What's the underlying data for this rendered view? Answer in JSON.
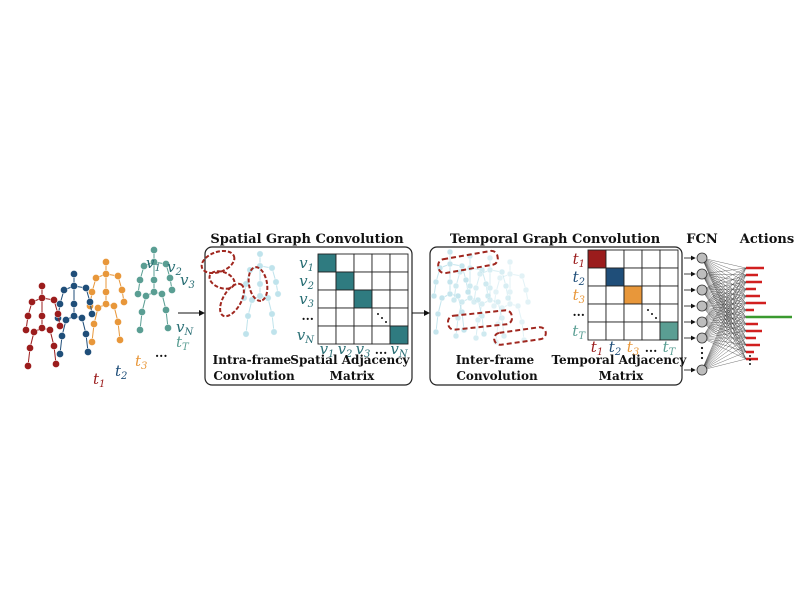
{
  "colors": {
    "t1": "#9b1c1c",
    "t2": "#1f4e79",
    "t3": "#e8973a",
    "tT": "#5a9e93",
    "v_teal": "#2a6f75",
    "matrix_fill": "#2f7b80",
    "faint": "#bfe3ec",
    "dashed": "#a0271f",
    "output_red": "#d11f1f",
    "output_green": "#3a9a2f"
  },
  "skeleton_input": {
    "t_labels": [
      {
        "base": "t",
        "sub": "1"
      },
      {
        "base": "t",
        "sub": "2"
      },
      {
        "base": "t",
        "sub": "3"
      },
      {
        "base": "t",
        "sub": "T"
      }
    ],
    "v_labels": [
      {
        "base": "v",
        "sub": "1"
      },
      {
        "base": "v",
        "sub": "2"
      },
      {
        "base": "v",
        "sub": "3"
      },
      {
        "base": "v",
        "sub": "N"
      }
    ],
    "ellipsis": "..."
  },
  "spatial": {
    "title": "Spatial Graph Convolution",
    "intra_caption_line1": "Intra-frame",
    "intra_caption_line2": "Convolution",
    "matrix_caption_line1": "Spatial Adjacency",
    "matrix_caption_line2": "Matrix",
    "row_labels": [
      {
        "base": "v",
        "sub": "1"
      },
      {
        "base": "v",
        "sub": "2"
      },
      {
        "base": "v",
        "sub": "3"
      },
      {
        "base": "...",
        "sub": ""
      },
      {
        "base": "v",
        "sub": "N"
      }
    ],
    "col_labels": [
      {
        "base": "v",
        "sub": "1"
      },
      {
        "base": "v",
        "sub": "2"
      },
      {
        "base": "v",
        "sub": "3"
      },
      {
        "base": "...",
        "sub": ""
      },
      {
        "base": "v",
        "sub": "N"
      }
    ]
  },
  "temporal": {
    "title": "Temporal Graph Convolution",
    "inter_caption_line1": "Inter-frame",
    "inter_caption_line2": "Convolution",
    "matrix_caption_line1": "Temporal Adjacency",
    "matrix_caption_line2": "Matrix",
    "row_labels": [
      {
        "base": "t",
        "sub": "1"
      },
      {
        "base": "t",
        "sub": "2"
      },
      {
        "base": "t",
        "sub": "3"
      },
      {
        "base": "...",
        "sub": ""
      },
      {
        "base": "t",
        "sub": "T"
      }
    ],
    "col_labels": [
      {
        "base": "t",
        "sub": "1"
      },
      {
        "base": "t",
        "sub": "2"
      },
      {
        "base": "t",
        "sub": "3"
      },
      {
        "base": "...",
        "sub": ""
      },
      {
        "base": "t",
        "sub": "T"
      }
    ]
  },
  "fcn": {
    "title": "FCN"
  },
  "actions": {
    "title": "Actions"
  }
}
